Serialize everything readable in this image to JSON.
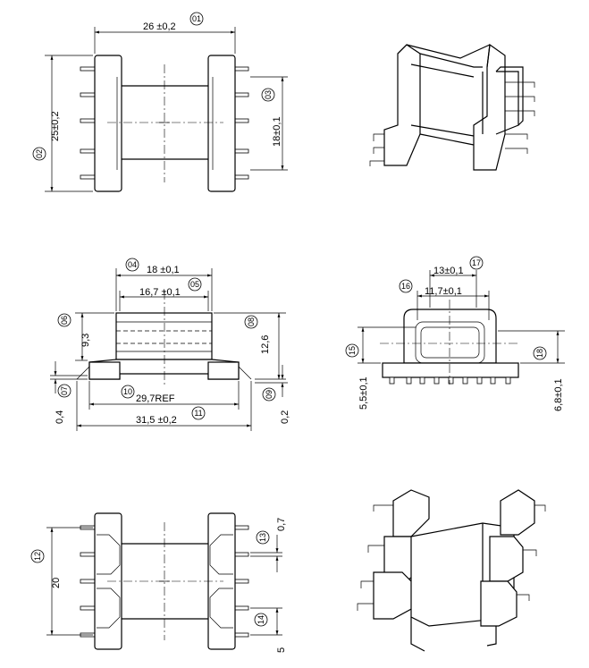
{
  "dimensions": {
    "d1": "26 ±0,2",
    "d2": "25±0,2",
    "d3": "18±0,1",
    "d4": "18 ±0,1",
    "d5": "16,7 ±0,1",
    "d6": "9,3",
    "d7": "0,4",
    "d8": "12,6",
    "d9": "0,2",
    "d10": "29,7REF",
    "d11": "31,5 ±0,2",
    "d12": "20",
    "d13": "0,7",
    "d14": "5",
    "d15": "5,5±0,1",
    "d16": "11,7±0,1",
    "d17": "13±0,1",
    "d18": "6,8±0,1"
  },
  "tags": [
    "01",
    "02",
    "03",
    "04",
    "05",
    "06",
    "07",
    "08",
    "09",
    "10",
    "11",
    "12",
    "13",
    "14",
    "15",
    "16",
    "17",
    "18"
  ]
}
